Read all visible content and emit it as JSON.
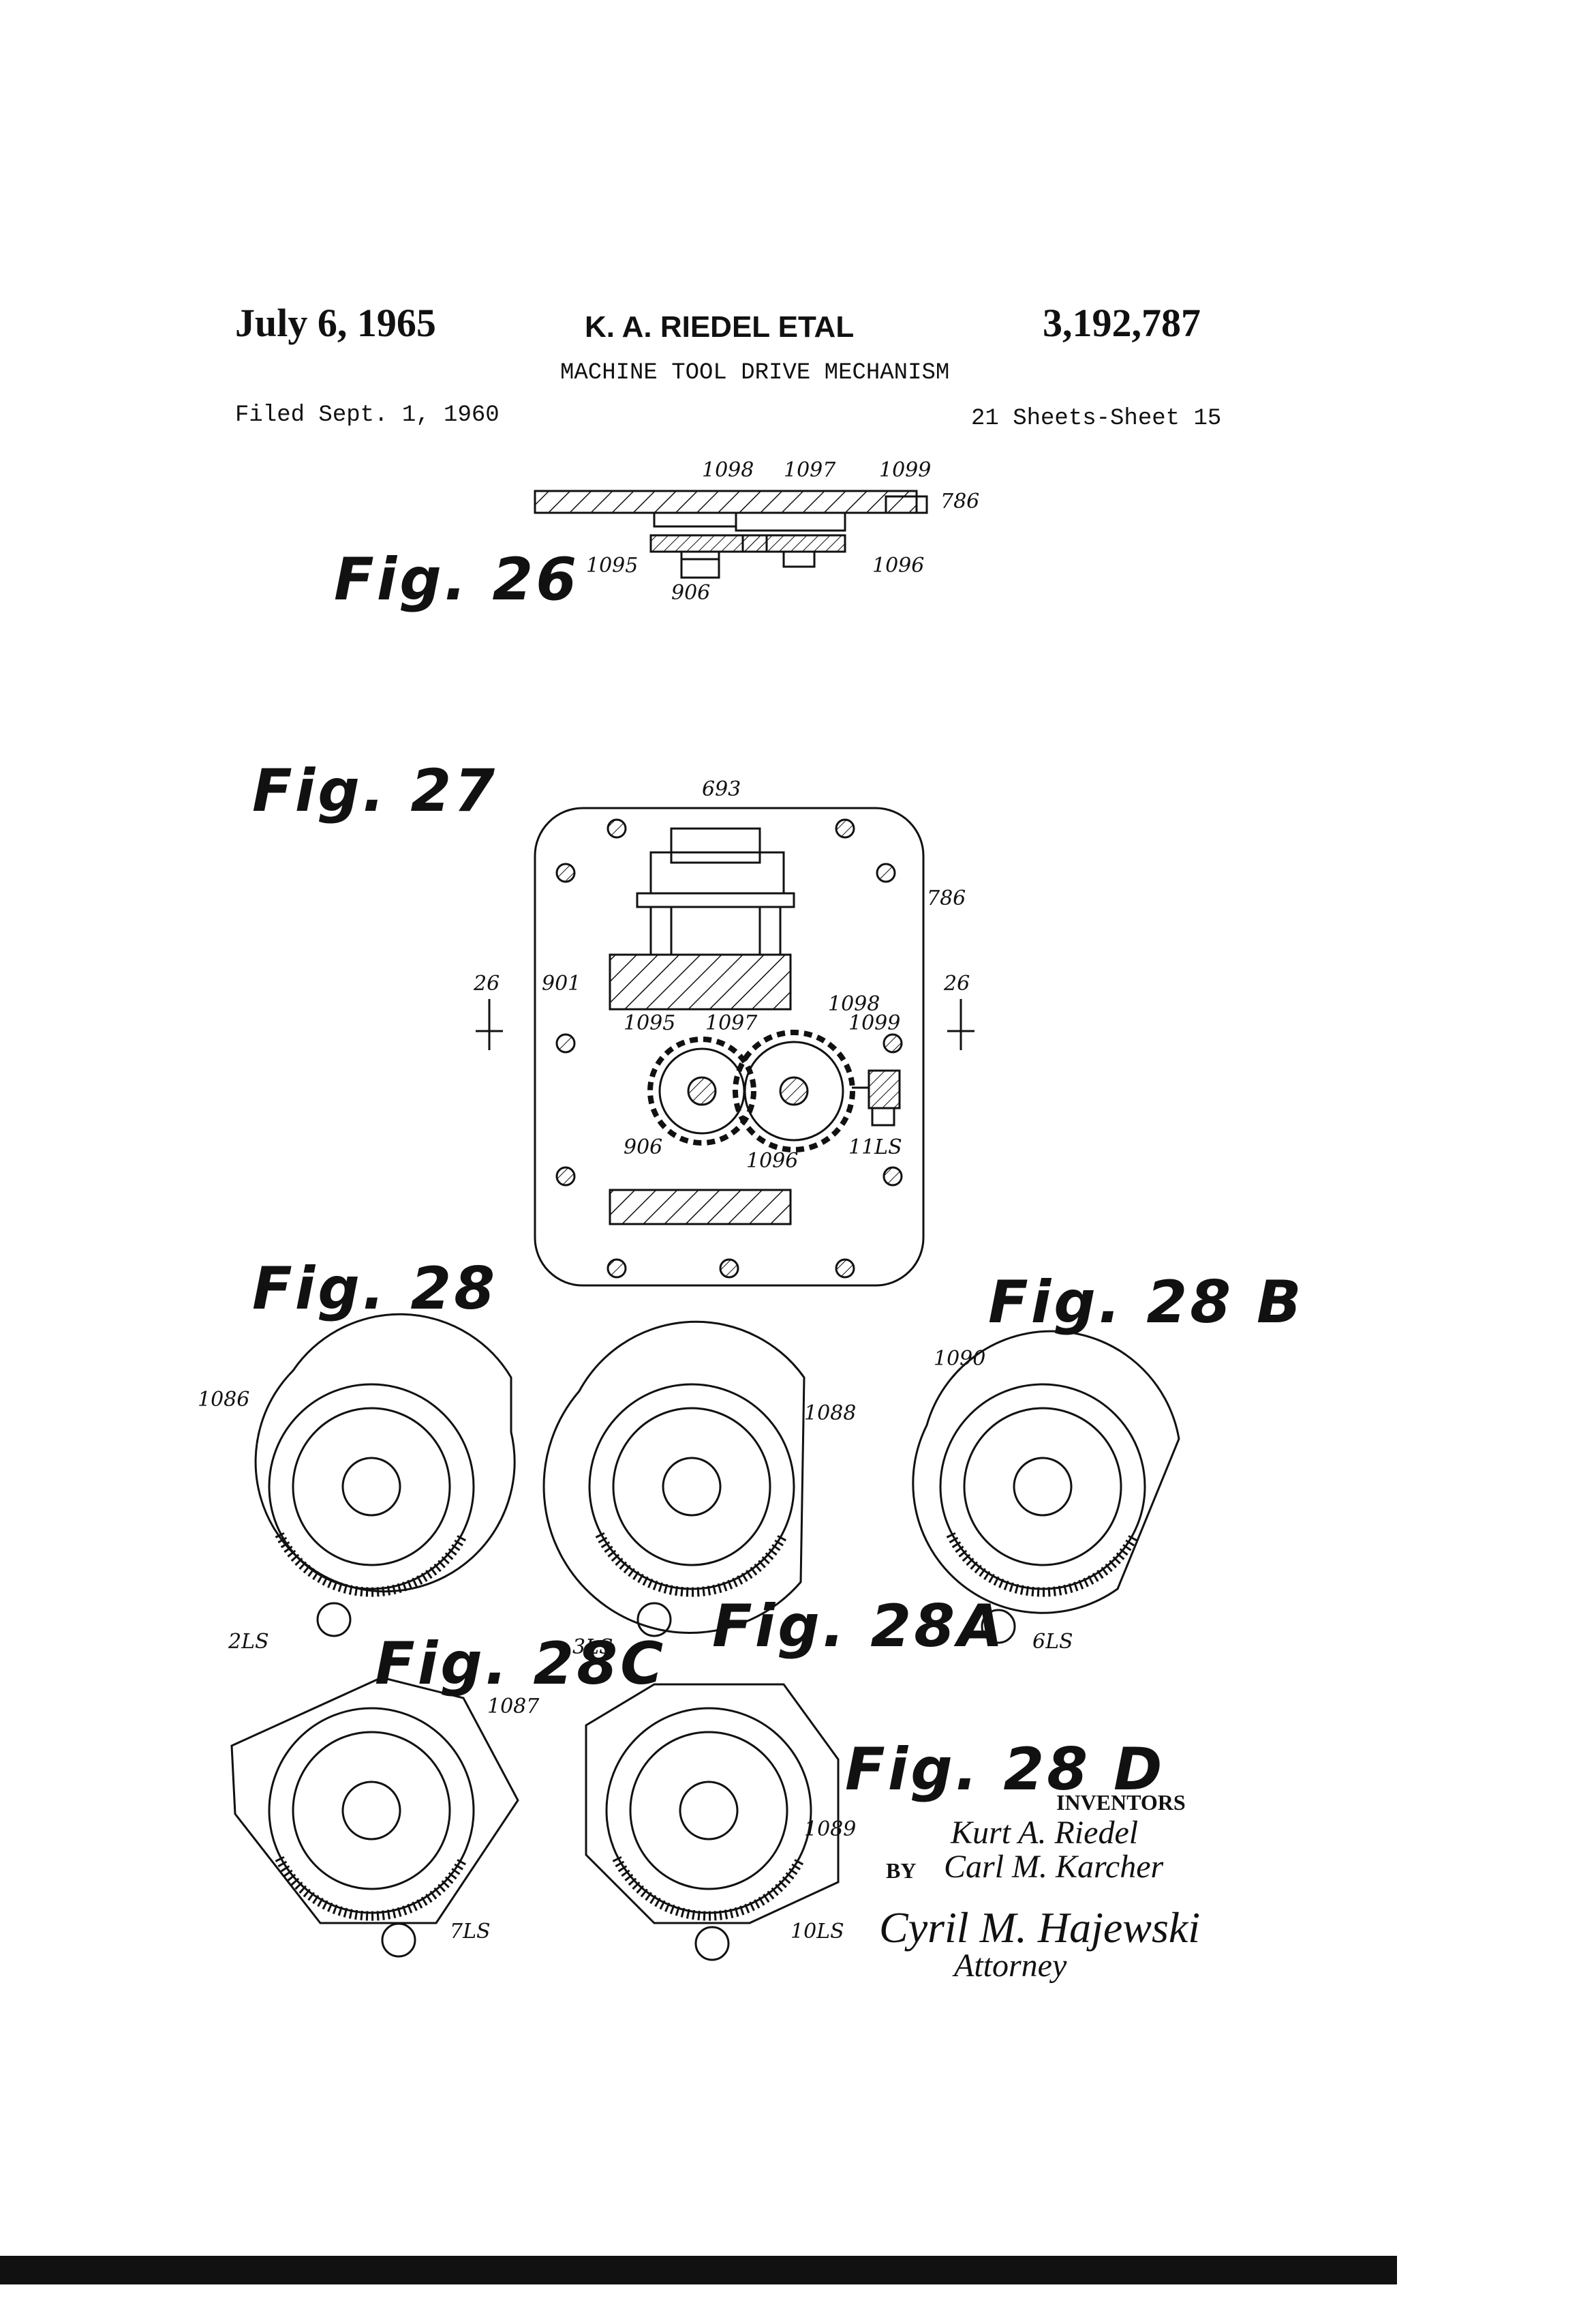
{
  "header": {
    "date": "July 6, 1965",
    "inventor": "K. A. RIEDEL ETAL",
    "patent_number": "3,192,787",
    "title": "MACHINE TOOL DRIVE MECHANISM",
    "filed": "Filed Sept. 1, 1960",
    "sheets": "21 Sheets-Sheet 15"
  },
  "figures": {
    "fig26": "Fig. 26",
    "fig27": "Fig. 27",
    "fig28": "Fig. 28",
    "fig28a": "Fig. 28A",
    "fig28b": "Fig. 28 B",
    "fig28c": "Fig. 28C",
    "fig28d": "Fig. 28 D"
  },
  "fig26_labels": {
    "l1098": "1098",
    "l1097": "1097",
    "l1099": "1099",
    "l786": "786",
    "l1095": "1095",
    "l906": "906",
    "l1096": "1096"
  },
  "fig27_labels": {
    "l693": "693",
    "l786": "786",
    "l901": "901",
    "section_left": "26",
    "section_right": "26",
    "l1095": "1095",
    "l1097": "1097",
    "l1098": "1098",
    "l1099": "1099",
    "l906": "906",
    "l1096": "1096",
    "l11ls": "11LS"
  },
  "fig28_labels": {
    "l1086": "1086",
    "l1088": "1088",
    "l1090": "1090",
    "l2ls": "2LS",
    "l3ls": "3LS",
    "l6ls": "6LS",
    "l1087": "1087",
    "l1089": "1089",
    "l7ls": "7LS",
    "l10ls": "10LS"
  },
  "inventors_block": {
    "heading": "INVENTORS",
    "name1": "Kurt A. Riedel",
    "by": "BY",
    "name2": "Carl M. Karcher",
    "signature": "Cyril M. Hajewski",
    "role": "Attorney"
  }
}
